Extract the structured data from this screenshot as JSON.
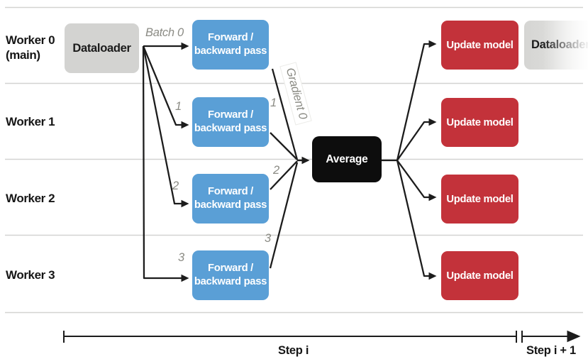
{
  "workers": [
    {
      "name": "Worker 0",
      "sub": "(main)"
    },
    {
      "name": "Worker 1"
    },
    {
      "name": "Worker 2"
    },
    {
      "name": "Worker 3"
    }
  ],
  "nodes": {
    "dataloader": "Dataloader",
    "forward_backward": {
      "line1": "Forward /",
      "line2": "backward pass"
    },
    "average": "Average",
    "update_model": "Update model",
    "dataloader_next": "Dataloader"
  },
  "edge_labels": {
    "batch": [
      "Batch 0",
      "1",
      "2",
      "3"
    ],
    "gradient": [
      "Gradient 0",
      "1",
      "2",
      "3"
    ]
  },
  "timeline": {
    "step_current": "Step i",
    "step_next": "Step i + 1"
  },
  "colors": {
    "forward_box": "#5a9fd6",
    "update_box": "#c3323a",
    "average_box": "#0d0d0d",
    "dataloader_box": "#d3d3d1",
    "edge_label_text": "#8b8b84",
    "arrow": "#1c1c1c",
    "row_divider": "#d3d3d1"
  }
}
